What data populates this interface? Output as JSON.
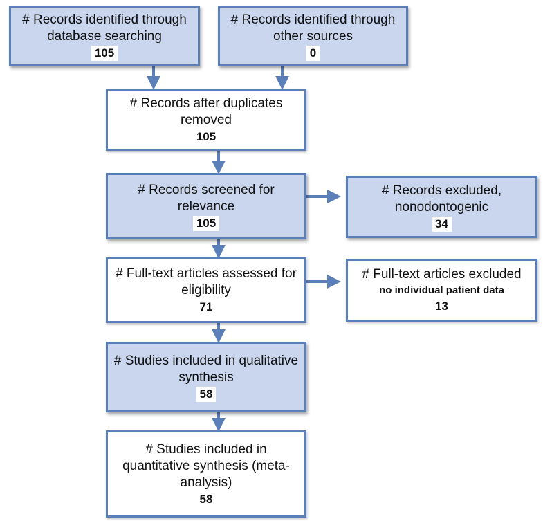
{
  "colors": {
    "box_border": "#5b7fb8",
    "shaded_fill": "#c9d6ee",
    "arrow": "#5b7fb8"
  },
  "boxes": {
    "database": {
      "text": "# Records identified through database searching",
      "count": "105"
    },
    "other": {
      "text": "# Records identified through other sources",
      "count": "0"
    },
    "duplicates": {
      "text": "# Records after duplicates removed",
      "count": "105"
    },
    "screened": {
      "text": "# Records screened for relevance",
      "count": "105"
    },
    "excluded": {
      "text": "# Records excluded, nonodontogenic",
      "count": "34"
    },
    "fulltext": {
      "text": "# Full-text articles assessed for eligibility",
      "count": "71"
    },
    "fulltext_excluded": {
      "text": "# Full-text articles excluded",
      "note": "no individual patient data",
      "count": "13"
    },
    "qualitative": {
      "text": "# Studies included in qualitative synthesis",
      "count": "58"
    },
    "quantitative": {
      "text": "# Studies included in quantitative synthesis (meta-analysis)",
      "count": "58"
    }
  }
}
